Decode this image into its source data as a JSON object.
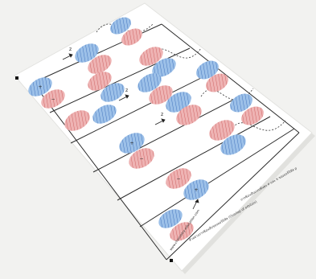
{
  "photo": {
    "subject": "printed worksheet on a table",
    "colors": {
      "background": "#f2f2f0",
      "paper": "#ffffff",
      "paper_shadow": "#d9d9d6",
      "grid_line": "#2b2b2b",
      "red_lobe": "#e8a3a3",
      "red_stripe": "#c85050",
      "blue_lobe": "#8eb6e3",
      "blue_stripe": "#2e63b3",
      "dashed_curve": "#333333"
    },
    "lobe_labels": {
      "positive": "+",
      "negative": "−"
    },
    "arrow_label": "z",
    "footer_url": "www.chemistry-education.com",
    "footer_caption": "ตัวอย่างการซ้อนทับของออร์บิทัล (Overlap of orbitals)",
    "footer_caption_right": "การซ้อนทับแบบพันธะ σ และ π ของออร์บิทัล p"
  }
}
